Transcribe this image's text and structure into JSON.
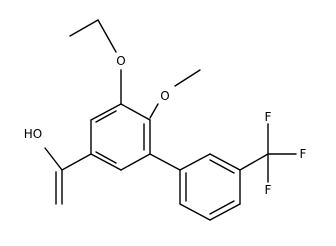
{
  "molecule": {
    "atoms": {
      "hydroxyl": "HO",
      "ethoxy_oxygen": "O",
      "methoxy_oxygen": "O",
      "fluorine_right": "F",
      "fluorine_top": "F",
      "fluorine_bottom": "F"
    }
  },
  "colors": {
    "background": "#ffffff",
    "bond": "#000000",
    "text": "#000000"
  }
}
